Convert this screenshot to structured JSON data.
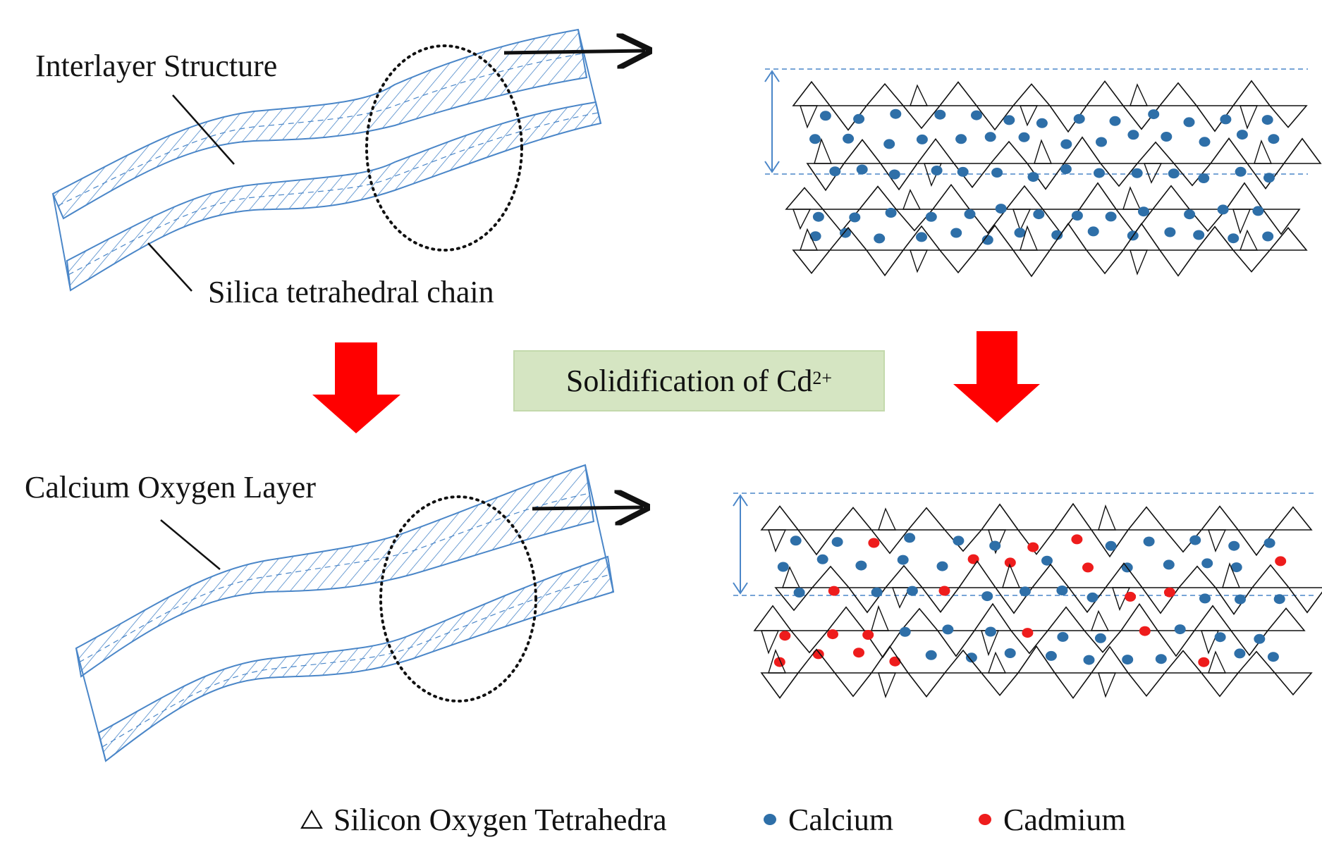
{
  "labels": {
    "interlayer": "Interlayer Structure",
    "silica_chain": "Silica tetrahedral chain",
    "calcium_oxygen": "Calcium Oxygen Layer",
    "solidification": "Solidification of Cd",
    "solidification_sup": "2+"
  },
  "legend": {
    "silicon": "Silicon Oxygen Tetrahedra",
    "calcium": "Calcium",
    "cadmium": "Cadmium"
  },
  "colors": {
    "layer_blue": "#4a86c8",
    "calcium_blue": "#2e6fa8",
    "cadmium_red": "#ee1c1c",
    "arrow_red": "#ff0000",
    "box_green": "#d5e5c2"
  },
  "icons": {
    "silicon": "triangle-outline-icon",
    "calcium": "blue-dot-icon",
    "cadmium": "red-dot-icon"
  }
}
